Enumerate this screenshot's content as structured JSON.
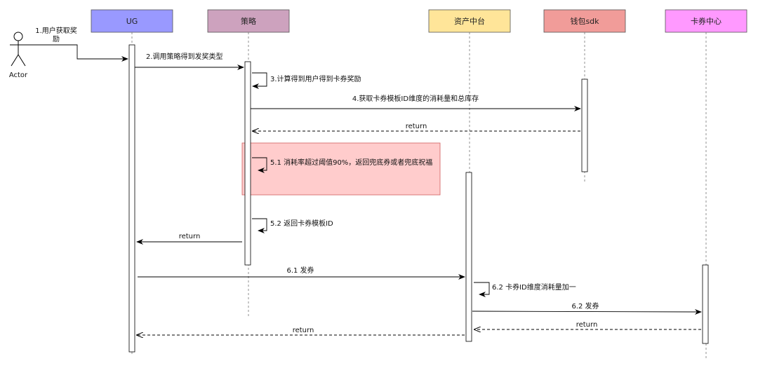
{
  "actor": {
    "label": "Actor",
    "trigger_line1": "1.用户获取奖",
    "trigger_line2": "励"
  },
  "participants": [
    {
      "id": "ug",
      "label": "UG",
      "color": "#9999ff"
    },
    {
      "id": "strategy",
      "label": "策略",
      "color": "#cda2be"
    },
    {
      "id": "asset",
      "label": "资产中台",
      "color": "#ffe599"
    },
    {
      "id": "wallet",
      "label": "钱包sdk",
      "color": "#f19c99"
    },
    {
      "id": "coupon",
      "label": "卡券中心",
      "color": "#ff99ff"
    }
  ],
  "messages": {
    "m2": "2.调用策略得到发奖类型",
    "m3": "3.计算得到用户得到卡券奖励",
    "m4": "4.获取卡券模板ID维度的消耗量和总库存",
    "m4_return": "return",
    "m51": "5.1 消耗率超过阈值90%，返回兜底券或者兜底祝福",
    "m52": "5.2 返回卡券模板ID",
    "m5_return": "return",
    "m61": "6.1 发券",
    "m62_self": "6.2 卡券ID维度消耗量加一",
    "m62_send": "6.2 发券",
    "m62_return": "return",
    "m6_return": "return"
  },
  "highlight_color": "#ffcccc"
}
